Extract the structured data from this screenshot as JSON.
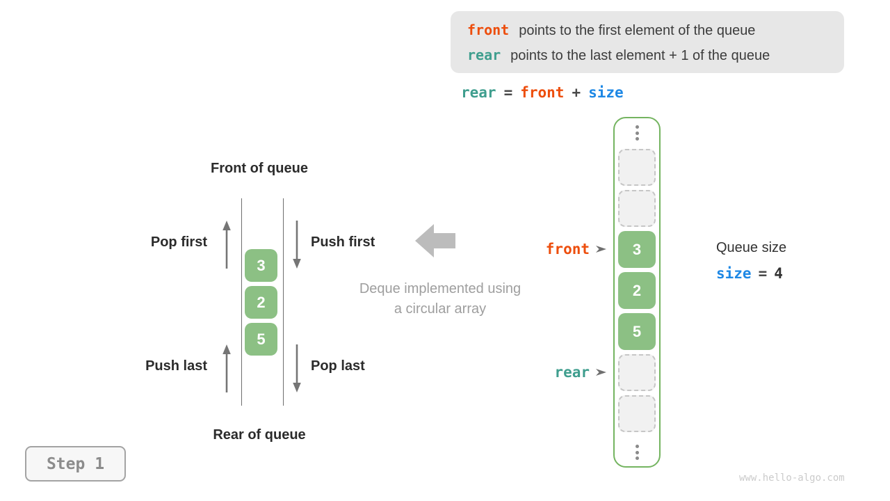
{
  "colors": {
    "front_orange": "#ed4e0d",
    "rear_teal": "#3f9e8e",
    "size_blue": "#1e88e5",
    "cell_green": "#8cc084",
    "array_border_green": "#74b460",
    "info_box_bg": "#e7e7e7"
  },
  "info_box": {
    "line1": {
      "code": "front",
      "text": "points to the first element of the queue"
    },
    "line2": {
      "code": "rear",
      "text": "points to the last element + 1 of the queue"
    }
  },
  "formula": {
    "rear": "rear",
    "equals": "=",
    "front": "front",
    "plus": "+",
    "size": "size"
  },
  "left_diagram": {
    "top_label": "Front of queue",
    "bottom_label": "Rear of queue",
    "pop_first": "Pop first",
    "push_first": "Push first",
    "push_last": "Push last",
    "pop_last": "Pop last",
    "values": [
      "3",
      "2",
      "5"
    ]
  },
  "center": {
    "caption_line1": "Deque implemented using",
    "caption_line2": "a circular array"
  },
  "array": {
    "cells": [
      {
        "state": "empty",
        "value": ""
      },
      {
        "state": "empty",
        "value": ""
      },
      {
        "state": "filled",
        "value": "3"
      },
      {
        "state": "filled",
        "value": "2"
      },
      {
        "state": "filled",
        "value": "5"
      },
      {
        "state": "empty",
        "value": ""
      },
      {
        "state": "empty",
        "value": ""
      }
    ],
    "front_pointer_label": "front",
    "rear_pointer_label": "rear"
  },
  "queue_size": {
    "title": "Queue size",
    "variable": "size",
    "equals": "=",
    "value": "4"
  },
  "step_label": "Step 1",
  "watermark": "www.hello-algo.com"
}
